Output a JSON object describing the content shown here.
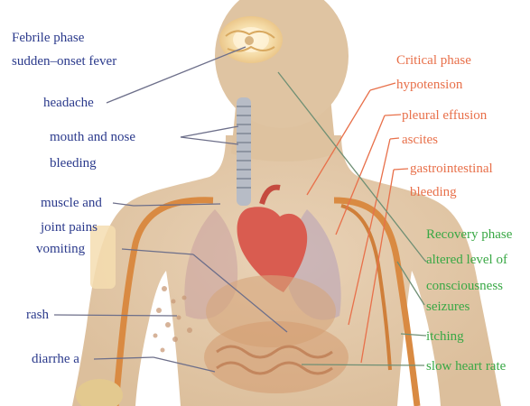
{
  "colors": {
    "febrile": "#2b3a8c",
    "critical": "#e8704a",
    "recovery": "#39a845",
    "body_skin": "#e6c9a8",
    "leader_line": "#6d6f8a"
  },
  "icons": {
    "brain": "brain-icon",
    "heart": "heart-icon",
    "lungs": "lungs-icon",
    "trachea": "trachea-icon"
  },
  "febrile": {
    "title": "Febrile phase",
    "subtitle": "sudden–onset fever",
    "symptoms": [
      "headache",
      "mouth and nose",
      "bleeding",
      "muscle and",
      "joint pains",
      "vomiting",
      "rash",
      "diarrhe a"
    ]
  },
  "critical": {
    "title": "Critical phase",
    "symptoms": [
      "hypotension",
      "pleural effusion",
      "ascites",
      "gastrointestinal",
      "bleeding"
    ]
  },
  "recovery": {
    "title": "Recovery phase",
    "symptoms": [
      "altered level of",
      "consciousness",
      "seizures",
      "itching",
      "slow heart rate"
    ]
  }
}
